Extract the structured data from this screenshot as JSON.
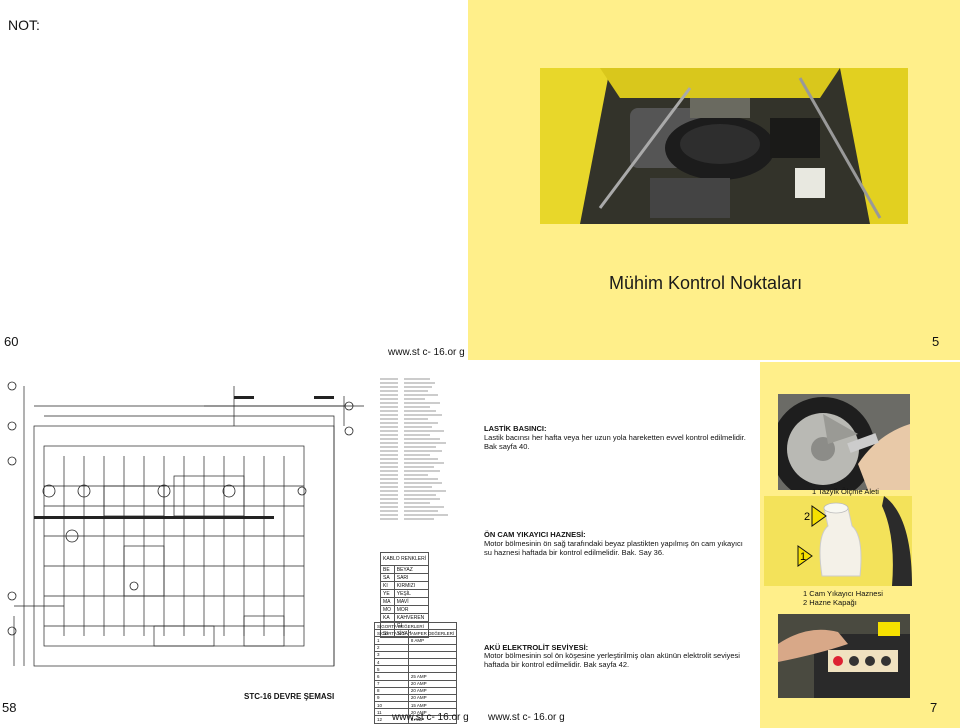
{
  "header": {
    "note_label": "NOT:"
  },
  "page5": {
    "title": "Mühim Kontrol Noktaları",
    "page_number": "5"
  },
  "page60": {
    "page_number": "60",
    "url": "www.st c- 16.or g"
  },
  "page58": {
    "page_number": "58",
    "diagram_title": "STC-16 DEVRE ŞEMASI",
    "url": "www.st c- 16.or g"
  },
  "page7": {
    "page_number": "7",
    "url": "www.st c- 16.or g"
  },
  "kablo_renkleri": {
    "header": "KABLO RENKLERİ",
    "rows": [
      {
        "code": "BE",
        "name": "BEYAZ"
      },
      {
        "code": "SA",
        "name": "SARI"
      },
      {
        "code": "KI",
        "name": "KIRMIZI"
      },
      {
        "code": "YE",
        "name": "YEŞİL"
      },
      {
        "code": "MA",
        "name": "MAVİ"
      },
      {
        "code": "MO",
        "name": "MOR"
      },
      {
        "code": "KA",
        "name": "KAHVEREN"
      },
      {
        "code": "",
        "name": "Gİ"
      },
      {
        "code": "SI",
        "name": "SİYAH"
      }
    ]
  },
  "sigorta": {
    "title": "SİGORTA DEĞERLERİ",
    "col1": "SİGORTA NO.",
    "col2": "AMPER DEĞERLERİ",
    "rows": [
      {
        "no": "1",
        "amp": "8 AMP"
      },
      {
        "no": "2",
        "amp": ""
      },
      {
        "no": "3",
        "amp": ""
      },
      {
        "no": "4",
        "amp": ""
      },
      {
        "no": "5",
        "amp": ""
      },
      {
        "no": "6",
        "amp": "25 AMP"
      },
      {
        "no": "7",
        "amp": "20 AMP"
      },
      {
        "no": "8",
        "amp": "20 AMP"
      },
      {
        "no": "9",
        "amp": "20 AMP"
      },
      {
        "no": "10",
        "amp": "15 AMP"
      },
      {
        "no": "11",
        "amp": "20 AMP"
      },
      {
        "no": "12",
        "amp": "8 AMP"
      }
    ]
  },
  "sections": {
    "lastik": {
      "heading": "LASTİK BASINCI:",
      "body": "Lastik bacınsı her hafta veya her uzun yola hareketten evvel kontrol edilmelidir. Bak sayfa 40.",
      "photo_label": "1 Tazyik Ölçme Aleti"
    },
    "cam": {
      "heading": "ÖN CAM YIKAYICI HAZNESİ:",
      "body": "Motor bölmesinin ön sağ tarafındaki beyaz plastikten yapılmış ön cam yıkayıcı su haznesi haftada bir kontrol edilmelidir. Bak. Say 36.",
      "photo_label_1": "1 Cam Yıkayıcı Haznesi",
      "photo_label_2": "2 Hazne Kapağı",
      "marker_1": "1",
      "marker_2": "2"
    },
    "aku": {
      "heading": "AKÜ ELEKTROLİT SEVİYESİ:",
      "body": "Motor bölmesinin sol ön köşesine yerleştirilmiş olan akünün elektrolit seviyesi haftada bir kontrol edilmelidir. Bak sayfa 42."
    }
  },
  "colors": {
    "page_yellow": "#ffef8a",
    "arrow_yellow": "#f6e000"
  }
}
